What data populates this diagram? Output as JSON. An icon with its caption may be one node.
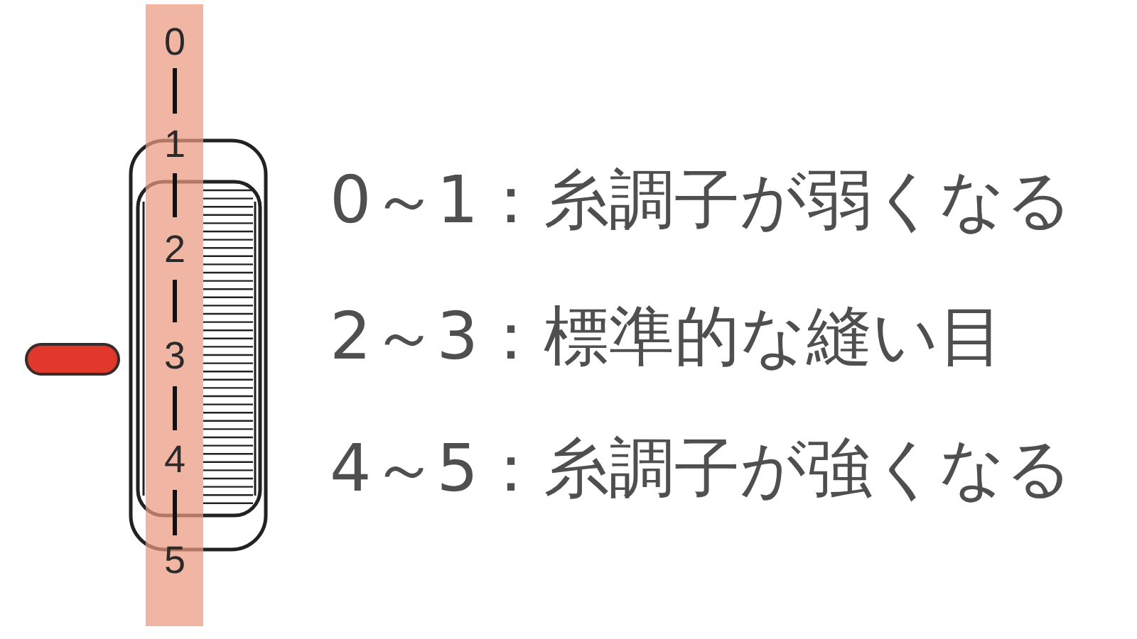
{
  "diagram": {
    "labels": [
      "0",
      "1",
      "2",
      "3",
      "4",
      "5",
      "0～1：糸調子が弱くなる",
      "2～3：標準的な縫い目",
      "4～5：糸調子が強くなる"
    ]
  }
}
